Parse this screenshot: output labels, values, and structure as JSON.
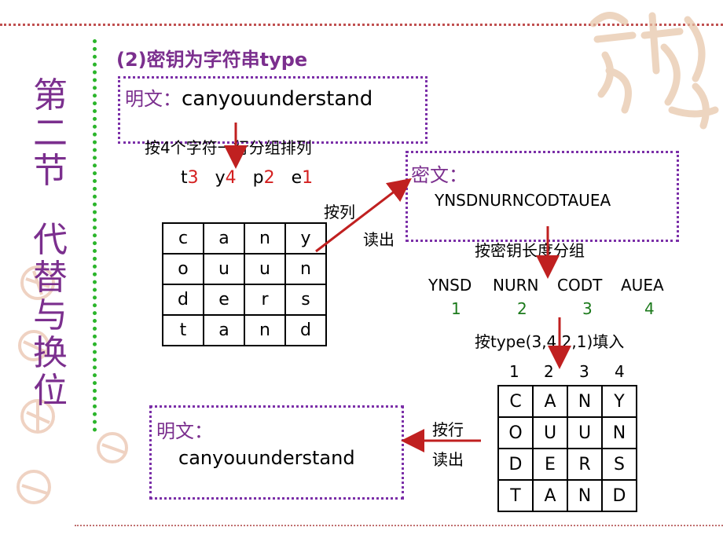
{
  "colors": {
    "purple": "#7b2f8e",
    "green": "#2bb52b",
    "red": "#d42020",
    "arrow": "#c02020"
  },
  "side_title": [
    "第",
    "二",
    "节",
    "",
    "代",
    "替",
    "与",
    "换",
    "位"
  ],
  "heading": "(2)密钥为字符串type",
  "plaintext_box": {
    "label": "明文：",
    "value": "canyouunderstand"
  },
  "step1_text": "按4个字符一行分组排列",
  "key_order": [
    {
      "ch": "t",
      "n": "3"
    },
    {
      "ch": "y",
      "n": "4"
    },
    {
      "ch": "p",
      "n": "2"
    },
    {
      "ch": "e",
      "n": "1"
    }
  ],
  "grid1": [
    [
      "c",
      "a",
      "n",
      "y"
    ],
    [
      "o",
      "u",
      "u",
      "n"
    ],
    [
      "d",
      "e",
      "r",
      "s"
    ],
    [
      "t",
      "a",
      "n",
      "d"
    ]
  ],
  "read_col": [
    "按列",
    "读出"
  ],
  "cipher_box": {
    "label": "密文：",
    "value": "YNSDNURNCODTAUEA"
  },
  "step2_text": "按密钥长度分组",
  "groups": [
    {
      "text": "YNSD",
      "num": "1"
    },
    {
      "text": "NURN",
      "num": "2"
    },
    {
      "text": "CODT",
      "num": "3"
    },
    {
      "text": "AUEA",
      "num": "4"
    }
  ],
  "step3_text": "按type(3,4,2,1)填入",
  "col_headers": [
    "1",
    "2",
    "3",
    "4"
  ],
  "grid2": [
    [
      "C",
      "A",
      "N",
      "Y"
    ],
    [
      "O",
      "U",
      "U",
      "N"
    ],
    [
      "D",
      "E",
      "R",
      "S"
    ],
    [
      "T",
      "A",
      "N",
      "D"
    ]
  ],
  "read_row": [
    "按行",
    "读出"
  ],
  "result_box": {
    "label": "明文：",
    "value": "canyouunderstand"
  }
}
